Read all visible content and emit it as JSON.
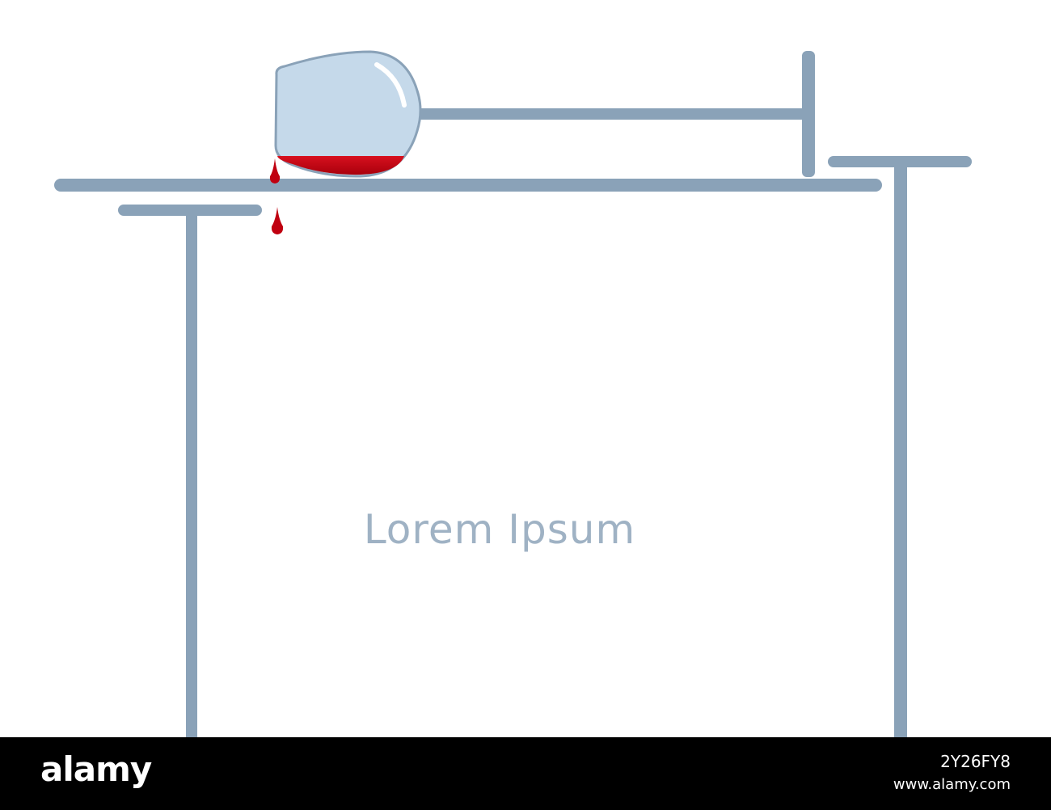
{
  "caption": {
    "text": "Lorem Ipsum"
  },
  "footer": {
    "brand": "alamy",
    "image_id": "2Y26FY8",
    "site": "www.alamy.com"
  },
  "colors": {
    "frame": "#8aa2b8",
    "glass_fill": "#c5d9ea",
    "glass_outline": "#8aa2b8",
    "wine": "#c00010",
    "caption_text": "#9fb2c4",
    "footer_bg": "#000000",
    "footer_text": "#ffffff"
  },
  "icons": {
    "glass": "wine-glass-icon",
    "drop": "wine-drop-icon"
  }
}
